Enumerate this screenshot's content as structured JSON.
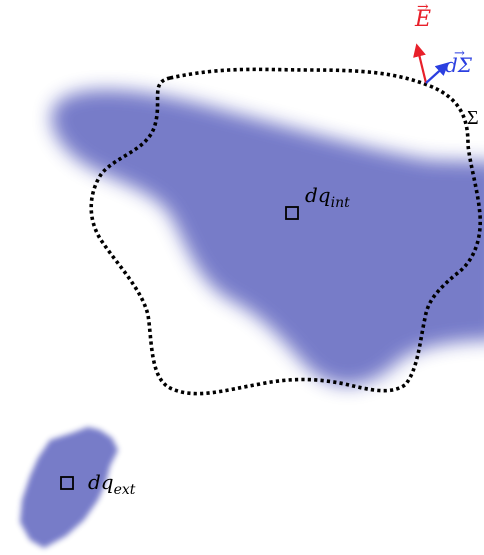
{
  "labels": {
    "field": "E",
    "surface_element": "dΣ",
    "surface": "Σ",
    "internal_charge": {
      "base": "dq",
      "sub": "int"
    },
    "external_charge": {
      "base": "dq",
      "sub": "ext"
    }
  },
  "colors": {
    "charge_fill": "#6f75c6",
    "field_arrow": "#e8202a",
    "surface_normal_arrow": "#2b3fe0",
    "surface_curve": "#000000",
    "text": "#000000"
  },
  "style": {
    "surface_curve": "dotted",
    "charge_edges": "blurred"
  }
}
